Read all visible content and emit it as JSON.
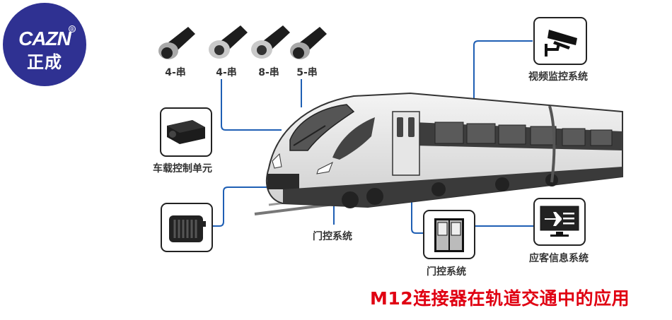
{
  "logo": {
    "brand_en": "CAZN",
    "brand_cn": "正成",
    "registered_mark": "®",
    "color": "#2f3192"
  },
  "connectors": [
    {
      "label": "4-串",
      "type": "male"
    },
    {
      "label": "4-串",
      "type": "female"
    },
    {
      "label": "8-串",
      "type": "female"
    },
    {
      "label": "5-串",
      "type": "male"
    }
  ],
  "systems": {
    "video": {
      "label": "视频监控系统",
      "icon": "cctv-camera-icon"
    },
    "control_unit": {
      "label": "车载控制单元",
      "icon": "control-unit-icon"
    },
    "front_device": {
      "label": "",
      "icon": "junction-box-icon"
    },
    "door_track": {
      "label": "门控系统"
    },
    "door_box": {
      "label": "门控系统",
      "icon": "door-icon"
    },
    "pis": {
      "label": "应客信息系统",
      "icon": "passenger-info-monitor-icon"
    }
  },
  "footer": {
    "title": "M12连接器在轨道交通中的应用",
    "color": "#e00012"
  },
  "line_color": "#1f5fb4"
}
